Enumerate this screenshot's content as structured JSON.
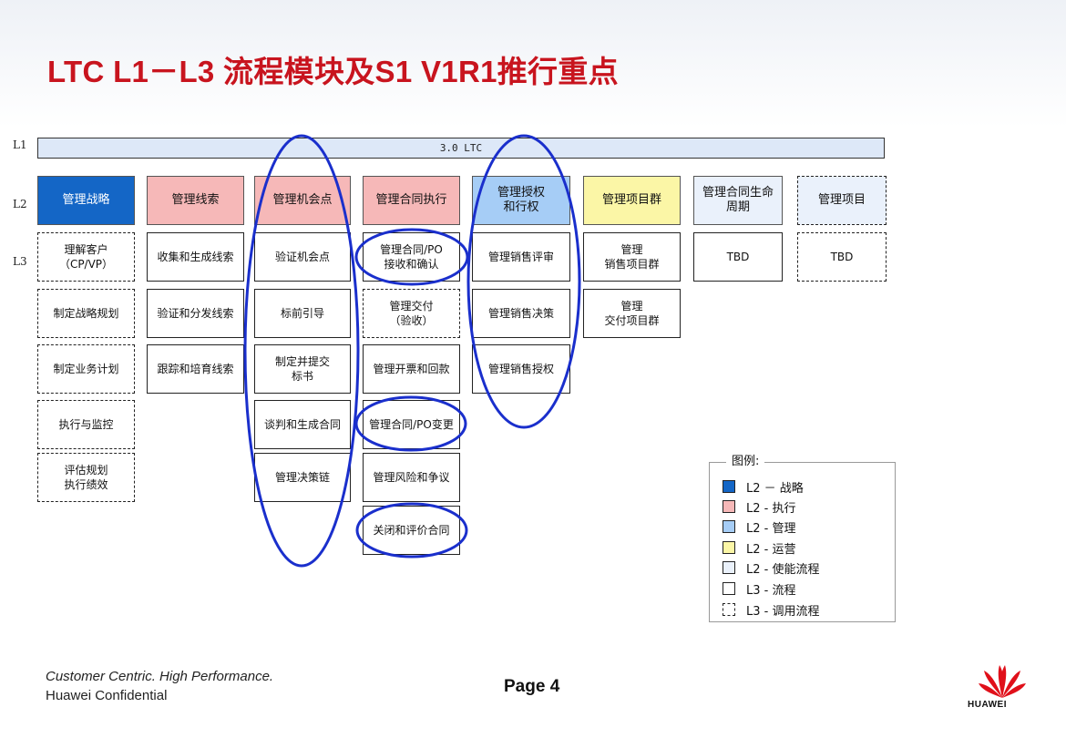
{
  "title": "LTC  L1－L3 流程模块及S1 V1R1推行重点",
  "levels": {
    "l1": "L1",
    "l2": "L2",
    "l3": "L3"
  },
  "l1_bar": "3.0 LTC",
  "columns": [
    {
      "l2": "管理战略",
      "l2_style": "strat",
      "l3": [
        {
          "text": "理解客户\n（CP/VP）",
          "dashed": true
        },
        {
          "text": "制定战略规划",
          "dashed": true
        },
        {
          "text": "制定业务计划",
          "dashed": true
        },
        {
          "text": "执行与监控",
          "dashed": true
        },
        {
          "text": "评估规划\n执行绩效",
          "dashed": true
        }
      ]
    },
    {
      "l2": "管理线索",
      "l2_style": "exec",
      "l3": [
        {
          "text": "收集和生成线索",
          "dashed": false
        },
        {
          "text": "验证和分发线索",
          "dashed": false
        },
        {
          "text": "跟踪和培育线索",
          "dashed": false
        }
      ]
    },
    {
      "l2": "管理机会点",
      "l2_style": "exec",
      "l3": [
        {
          "text": "验证机会点",
          "dashed": false
        },
        {
          "text": "标前引导",
          "dashed": false
        },
        {
          "text": "制定并提交\n标书",
          "dashed": false
        },
        {
          "text": "谈判和生成合同",
          "dashed": false
        },
        {
          "text": "管理决策链",
          "dashed": false
        }
      ]
    },
    {
      "l2": "管理合同执行",
      "l2_style": "exec",
      "l3": [
        {
          "text": "管理合同/PO\n接收和确认",
          "dashed": false
        },
        {
          "text": "管理交付\n（验收）",
          "dashed": true
        },
        {
          "text": "管理开票和回款",
          "dashed": false
        },
        {
          "text": "管理合同/PO变更",
          "dashed": false
        },
        {
          "text": "管理风险和争议",
          "dashed": false
        },
        {
          "text": "关闭和评价合同",
          "dashed": false
        }
      ]
    },
    {
      "l2": "管理授权\n和行权",
      "l2_style": "mgmt",
      "l3": [
        {
          "text": "管理销售评审",
          "dashed": false
        },
        {
          "text": "管理销售决策",
          "dashed": false
        },
        {
          "text": "管理销售授权",
          "dashed": false
        }
      ]
    },
    {
      "l2": "管理项目群",
      "l2_style": "ops",
      "l3": [
        {
          "text": "管理\n销售项目群",
          "dashed": false
        },
        {
          "text": "管理\n交付项目群",
          "dashed": false
        }
      ]
    },
    {
      "l2": "管理合同生命\n周期",
      "l2_style": "en",
      "l3": [
        {
          "text": "TBD",
          "dashed": false
        }
      ]
    },
    {
      "l2": "管理项目",
      "l2_style": "en-dash",
      "l3": [
        {
          "text": "TBD",
          "dashed": true
        }
      ]
    }
  ],
  "legend": {
    "title": "图例:",
    "items": [
      {
        "label": "L2 －  战略",
        "color": "#1466c6",
        "dashed": false
      },
      {
        "label": "L2 - 执行",
        "color": "#f6b8b8",
        "dashed": false
      },
      {
        "label": "L2 - 管理",
        "color": "#a6cdf6",
        "dashed": false
      },
      {
        "label": "L2 - 运营",
        "color": "#fbf6a6",
        "dashed": false
      },
      {
        "label": "L2 - 使能流程",
        "color": "#eaf1fb",
        "dashed": false
      },
      {
        "label": "L3 - 流程",
        "color": "#ffffff",
        "dashed": false
      },
      {
        "label": "L3 - 调用流程",
        "color": "#ffffff",
        "dashed": true
      }
    ]
  },
  "footer": {
    "line1": "Customer Centric. High Performance.",
    "line2": "Huawei Confidential",
    "page": "Page 4",
    "brand": "HUAWEI"
  },
  "colors": {
    "title": "#c8141e",
    "highlight": "#1a2fcc",
    "logo": "#e0101a"
  }
}
